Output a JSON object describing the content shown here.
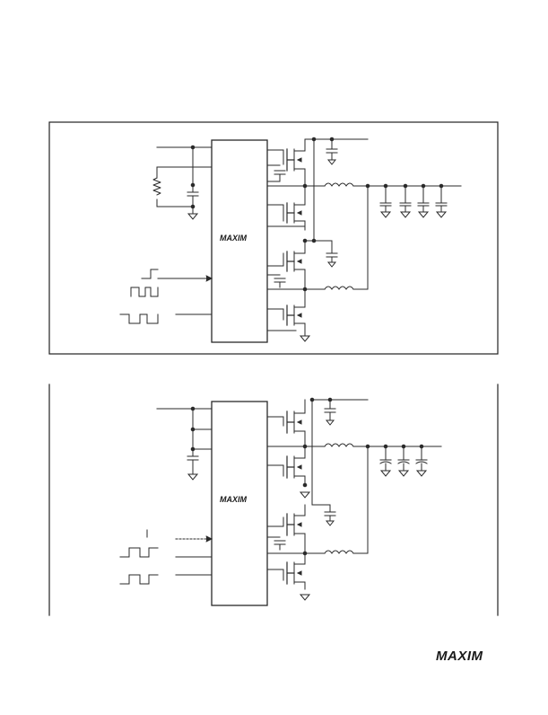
{
  "footer": {
    "brand_logo": "MAXIM"
  },
  "figure_top": {
    "ic_logo": "MAXIM"
  },
  "figure_bottom": {
    "ic_logo": "MAXIM"
  },
  "colors": {
    "ink": "#2a2a2a",
    "border": "#222222",
    "background": "#ffffff"
  }
}
